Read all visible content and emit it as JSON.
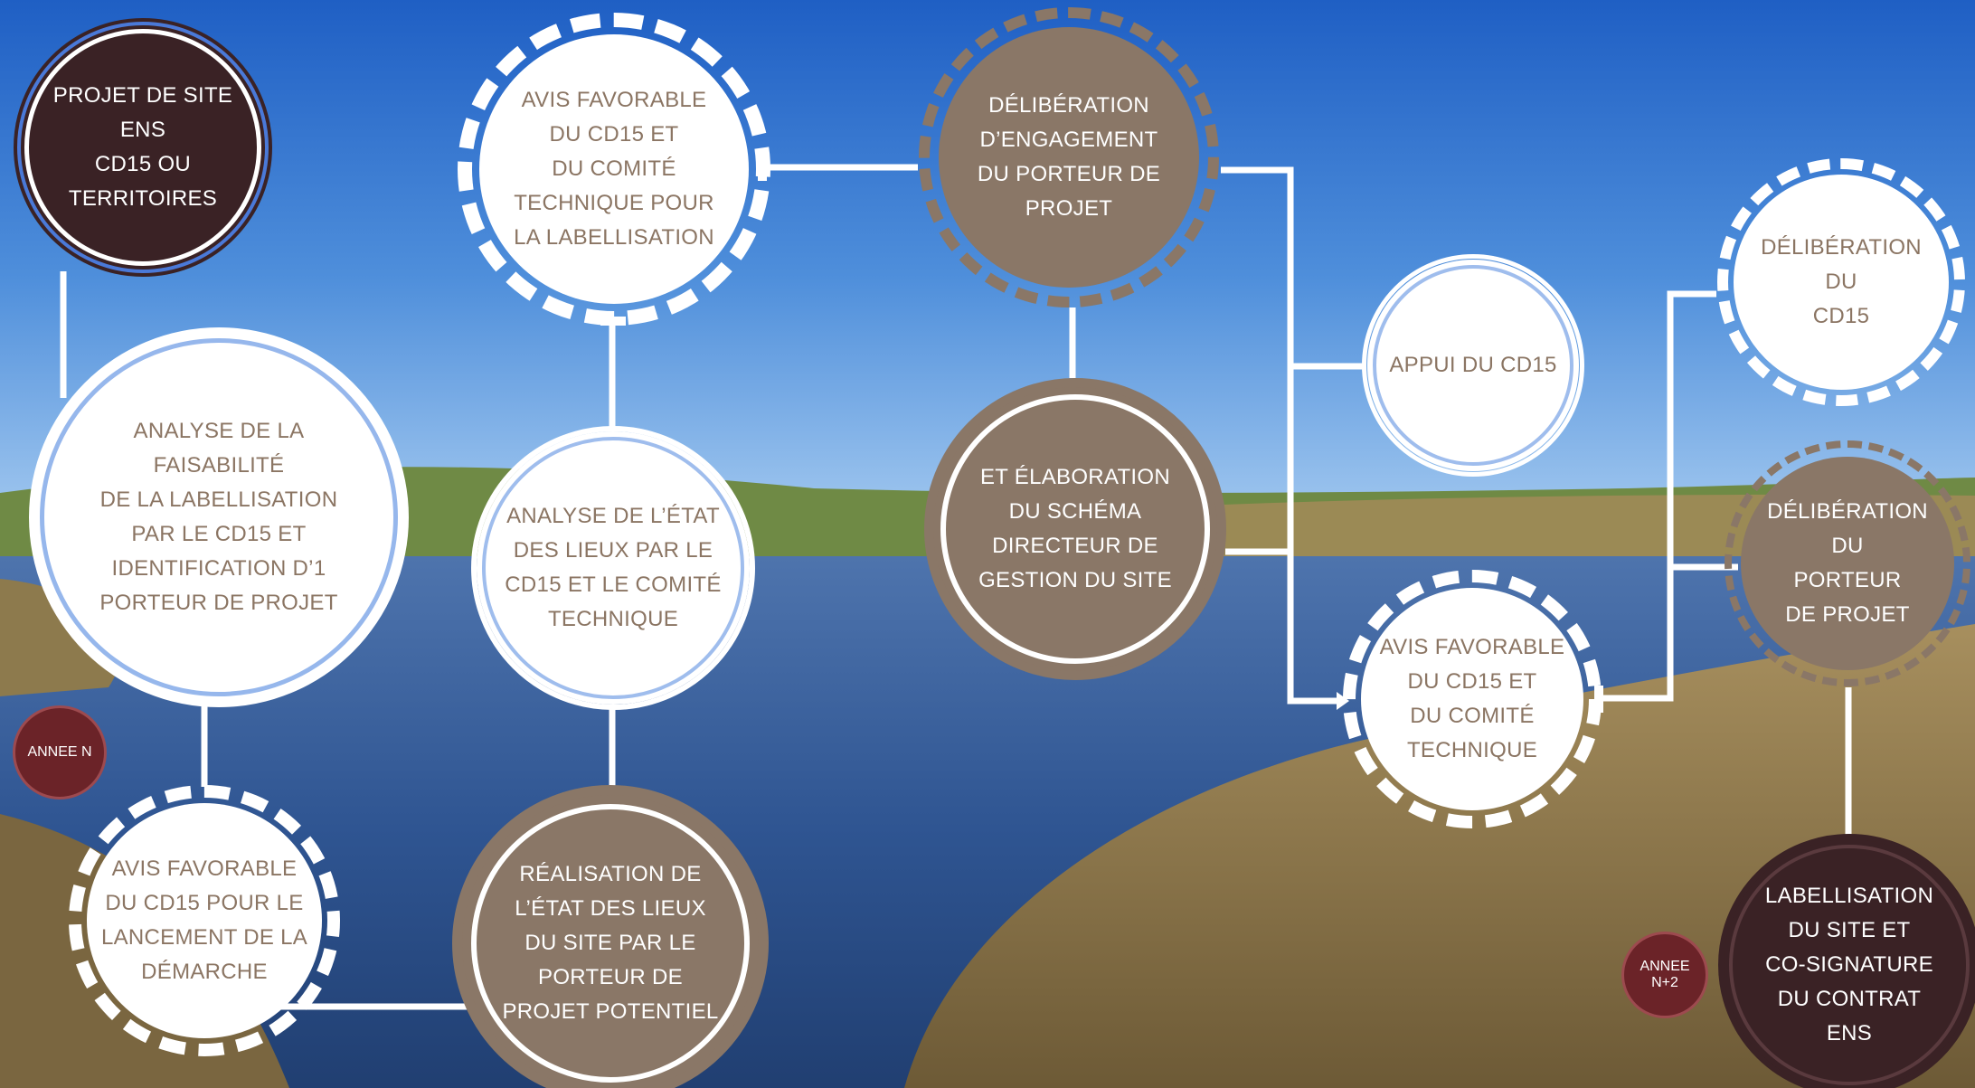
{
  "nodes": {
    "projet_site": "PROJET DE SITE\nENS\nCD15 OU\nTERRITOIRES",
    "analyse_faisabilite": "ANALYSE DE LA\nFAISABILITÉ\nDE LA LABELLISATION\nPAR LE CD15 ET\nIDENTIFICATION D’1\nPORTEUR DE PROJET",
    "avis_lancement": "AVIS FAVORABLE\nDU CD15 POUR LE\nLANCEMENT DE LA\nDÉMARCHE",
    "realisation_etat": "RÉALISATION DE\nL’ÉTAT DES LIEUX\nDU SITE PAR LE\nPORTEUR DE\nPROJET POTENTIEL",
    "analyse_etat": "ANALYSE DE L’ÉTAT\nDES LIEUX PAR LE\nCD15 ET LE COMITÉ\nTECHNIQUE",
    "avis_labellisation": "AVIS FAVORABLE\nDU CD15 ET\nDU COMITÉ\nTECHNIQUE POUR\nLA LABELLISATION",
    "deliberation_engagement": "DÉLIBÉRATION\nD’ENGAGEMENT\nDU PORTEUR DE\nPROJET",
    "elaboration_schema": "ET ÉLABORATION\nDU SCHÉMA\nDIRECTEUR DE\nGESTION DU SITE",
    "appui_cd15": "APPUI DU CD15",
    "avis_comite": "AVIS FAVORABLE\nDU CD15 ET\nDU COMITÉ\nTECHNIQUE",
    "deliberation_cd15": "DÉLIBÉRATION DU\nCD15",
    "deliberation_porteur": "DÉLIBÉRATION DU\nPORTEUR\nDE PROJET",
    "labellisation_site": "LABELLISATION\nDU SITE ET\nCO-SIGNATURE\nDU CONTRAT\nENS"
  },
  "badges": {
    "annee_n": "ANNEE N",
    "annee_n2": "ANNEE\nN+2"
  },
  "colors": {
    "white_node": "#ffffff",
    "brown_node": "#8a7767",
    "dark_node": "#3a2225",
    "badge": "#6b2328",
    "connector": "#ffffff"
  }
}
